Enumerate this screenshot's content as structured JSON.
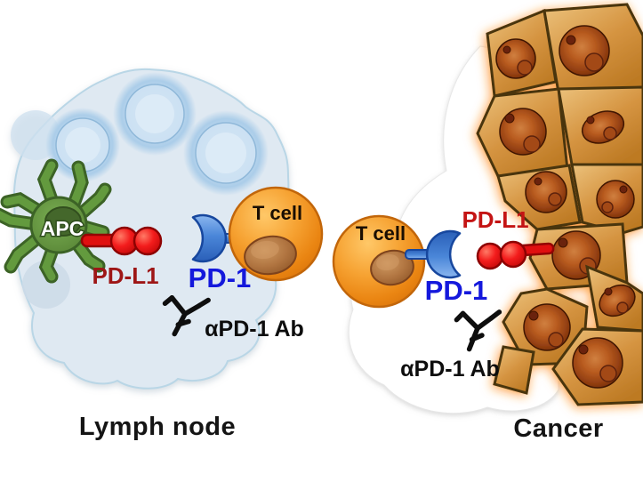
{
  "diagram": {
    "lymph_node": {
      "region_label": "Lymph node",
      "apc_label": "APC",
      "pdl1_label": "PD-L1",
      "pd1_label": "PD-1",
      "tcell_label": "T cell",
      "antibody_label": "αPD-1 Ab"
    },
    "cancer": {
      "region_label": "Cancer",
      "pdl1_label": "PD-L1",
      "pd1_label": "PD-1",
      "tcell_label": "T cell",
      "antibody_label": "αPD-1 Ab"
    },
    "colors": {
      "pd1_label_color": "#1418dc",
      "pdl1_label_color_lymph": "#9e1616",
      "pdl1_label_color_cancer": "#c41414",
      "antibody_label_color": "#0d0d0d",
      "region_label_color": "#141414",
      "tcell_label_color": "#1a0e02",
      "apc_label_color": "#ffffff",
      "tcell_fill": "#f29422",
      "pd1_receptor_fill": "#3a7bd5",
      "pdl1_ligand_fill": "#ee1111",
      "apc_fill": "#5b8e3d",
      "lymph_node_fill": "#dfe9f2",
      "follicle_color": "#a5c9e6",
      "cancer_cell_fill": "#d59441",
      "cancer_nucleus_color": "#8a3a12",
      "cancer_glow_color": "#ff8a1e"
    }
  }
}
